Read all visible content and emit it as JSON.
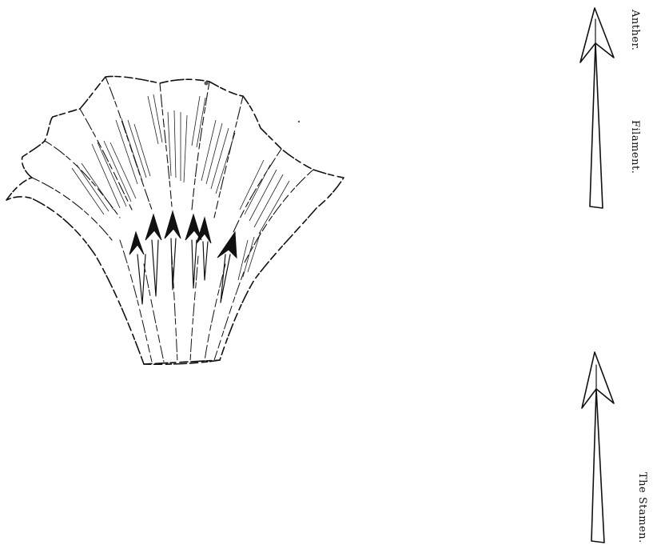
{
  "labels": {
    "anther": "Anther.",
    "filament": "Filament.",
    "stamen": "The Stamen."
  },
  "colors": {
    "ink": "#111111",
    "paper": "#ffffff"
  },
  "figures": {
    "flower": "flower-with-stamen-arrows",
    "arrow_top": "stamen-arrow-with-anther-and-filament",
    "arrow_bottom": "stamen-arrow"
  }
}
